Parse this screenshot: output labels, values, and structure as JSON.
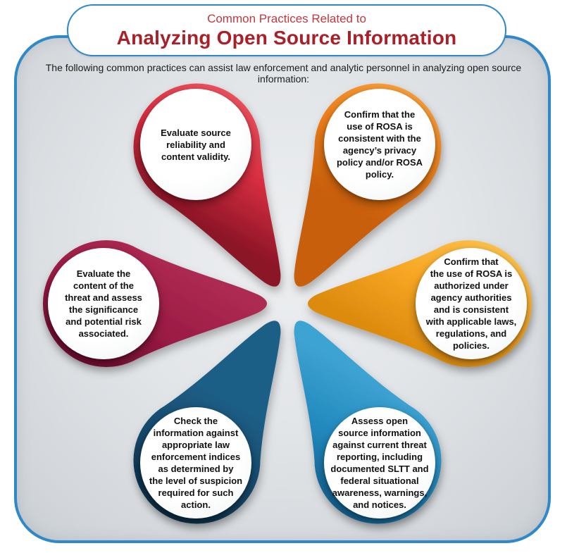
{
  "title": {
    "line1": "Common Practices Related to",
    "line2": "Analyzing Open Source Information"
  },
  "intro": "The following common practices can assist law enforcement and analytic personnel in analyzing open source information:",
  "petals": [
    {
      "name": "evaluate-source-reliability",
      "text": "Evaluate source\nreliability and\ncontent validity.",
      "color_light": "#ef5560",
      "color_main": "#d72e40",
      "color_dark": "#8a1426"
    },
    {
      "name": "confirm-rosa-privacy-policy",
      "text": "Confirm that the\nuse of ROSA is\nconsistent with the\nagency’s privacy\npolicy and/or ROSA\npolicy.",
      "color_light": "#f9a13c",
      "color_main": "#ee7f1b",
      "color_dark": "#c85e0a"
    },
    {
      "name": "confirm-rosa-authorized",
      "text": "Confirm that\nthe use of ROSA is\nauthorized under\nagency authorities\nand is consistent\nwith applicable laws,\nregulations, and\npolicies.",
      "color_light": "#fcc24e",
      "color_main": "#f8a825",
      "color_dark": "#dd8b0e"
    },
    {
      "name": "assess-threat-reporting",
      "text": "Assess open\nsource information\nagainst current threat\nreporting, including\ndocumented SLTT and\nfederal situational\nawareness, warnings,\nand notices.",
      "color_light": "#3ea3d2",
      "color_main": "#2289bd",
      "color_dark": "#135e8c"
    },
    {
      "name": "check-law-enforcement-indices",
      "text": "Check the\ninformation against\nappropriate law\nenforcement indices\nas determined by\nthe level of suspicion\nrequired for such\naction.",
      "color_light": "#1d5e86",
      "color_main": "#16496b",
      "color_dark": "#0c2b42"
    },
    {
      "name": "evaluate-threat-content",
      "text": "Evaluate the\ncontent of the\nthreat and assess\nthe significance\nand potential risk\nassociated.",
      "color_light": "#ad2a52",
      "color_main": "#9a1b44",
      "color_dark": "#6d0c2e"
    }
  ],
  "colors": {
    "panel_border": "#2f89c9",
    "title_line1": "#c4373f",
    "title_line2": "#a92028"
  }
}
